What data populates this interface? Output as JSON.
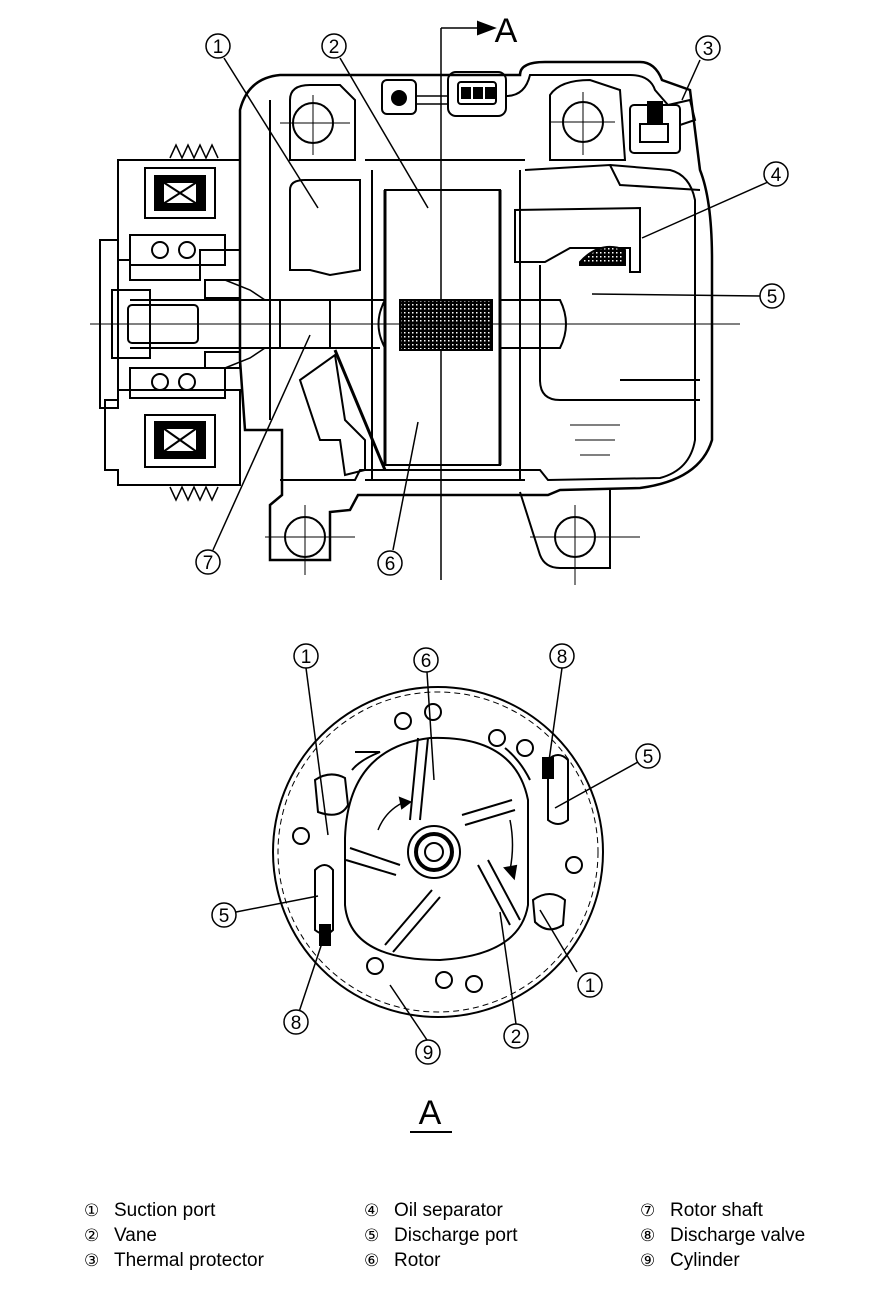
{
  "section": {
    "label": "A"
  },
  "callouts": {
    "top": {
      "n1": "1",
      "n2": "2",
      "n3": "3",
      "n4": "4",
      "n5": "5",
      "n6": "6",
      "n7": "7"
    },
    "bottom": {
      "n1a": "1",
      "n6": "6",
      "n8a": "8",
      "n5a": "5",
      "n5b": "5",
      "n1b": "1",
      "n8b": "8",
      "n9": "9",
      "n2": "2"
    }
  },
  "legend": [
    [
      {
        "num": "①",
        "label": "Suction port"
      },
      {
        "num": "②",
        "label": "Vane"
      },
      {
        "num": "③",
        "label": "Thermal protector"
      }
    ],
    [
      {
        "num": "④",
        "label": "Oil separator"
      },
      {
        "num": "⑤",
        "label": "Discharge port"
      },
      {
        "num": "⑥",
        "label": "Rotor"
      }
    ],
    [
      {
        "num": "⑦",
        "label": "Rotor shaft"
      },
      {
        "num": "⑧",
        "label": "Discharge valve"
      },
      {
        "num": "⑨",
        "label": "Cylinder"
      }
    ]
  ]
}
